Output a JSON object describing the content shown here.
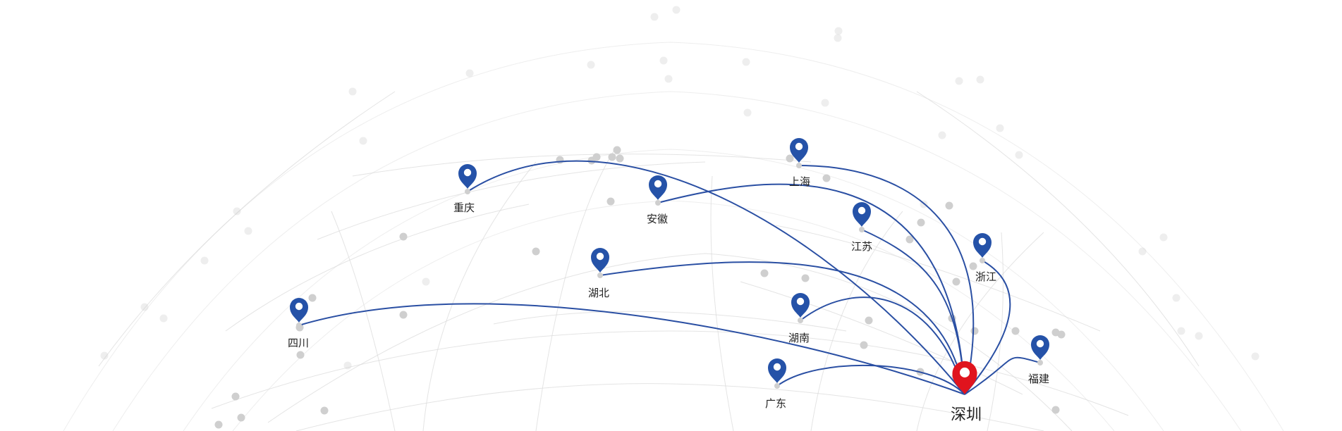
{
  "colors": {
    "route": "#2a4fa3",
    "pin": "#2552a8",
    "hub_pin": "#e0141e",
    "node": "#cfcfcf",
    "mesh": "#d9d9d9"
  },
  "hub": {
    "name": "深圳",
    "icon": "map-pin-icon"
  },
  "cities": [
    {
      "id": "chongqing",
      "name": "重庆",
      "icon": "map-pin-icon"
    },
    {
      "id": "anhui",
      "name": "安徽",
      "icon": "map-pin-icon"
    },
    {
      "id": "shanghai",
      "name": "上海",
      "icon": "map-pin-icon"
    },
    {
      "id": "jiangsu",
      "name": "江苏",
      "icon": "map-pin-icon"
    },
    {
      "id": "zhejiang",
      "name": "浙江",
      "icon": "map-pin-icon"
    },
    {
      "id": "hubei",
      "name": "湖北",
      "icon": "map-pin-icon"
    },
    {
      "id": "sichuan",
      "name": "四川",
      "icon": "map-pin-icon"
    },
    {
      "id": "hunan",
      "name": "湖南",
      "icon": "map-pin-icon"
    },
    {
      "id": "fujian",
      "name": "福建",
      "icon": "map-pin-icon"
    },
    {
      "id": "guangdong",
      "name": "广东",
      "icon": "map-pin-icon"
    }
  ]
}
